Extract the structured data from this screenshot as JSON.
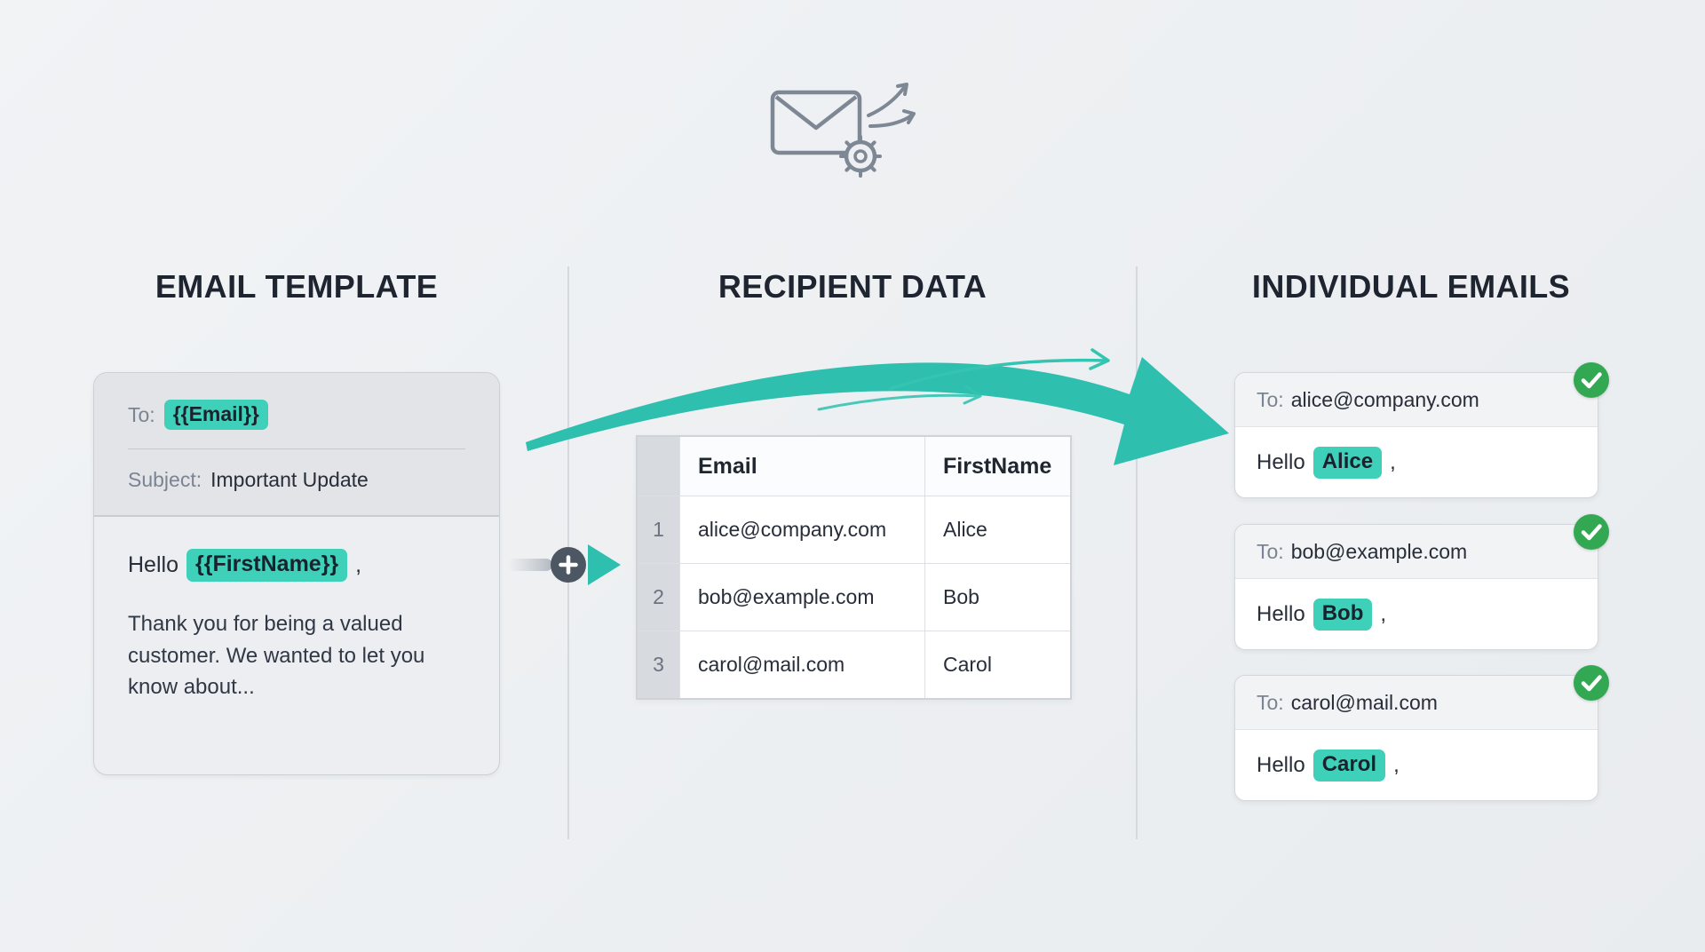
{
  "titles": {
    "template": "EMAIL TEMPLATE",
    "recipients": "RECIPIENT DATA",
    "individual": "INDIVIDUAL EMAILS"
  },
  "template_card": {
    "to_label": "To:",
    "to_token": "{{Email}}",
    "subject_label": "Subject:",
    "subject_value": "Important Update",
    "greeting_prefix": "Hello",
    "greeting_token": "{{FirstName}}",
    "greeting_suffix": ",",
    "body_text": "Thank you for being a valued customer. We wanted to let you know about..."
  },
  "recipient_table": {
    "headers": {
      "email": "Email",
      "first_name": "FirstName"
    },
    "rows": [
      {
        "num": "1",
        "email": "alice@company.com",
        "first_name": "Alice"
      },
      {
        "num": "2",
        "email": "bob@example.com",
        "first_name": "Bob"
      },
      {
        "num": "3",
        "email": "carol@mail.com",
        "first_name": "Carol"
      }
    ]
  },
  "individual_emails": [
    {
      "to_label": "To:",
      "to_address": "alice@company.com",
      "greeting_prefix": "Hello",
      "name": "Alice",
      "greeting_suffix": ","
    },
    {
      "to_label": "To:",
      "to_address": "bob@example.com",
      "greeting_prefix": "Hello",
      "name": "Bob",
      "greeting_suffix": ","
    },
    {
      "to_label": "To:",
      "to_address": "carol@mail.com",
      "greeting_prefix": "Hello",
      "name": "Carol",
      "greeting_suffix": ","
    }
  ],
  "icons": {
    "header": "mail-split-icon",
    "plus": "plus-icon",
    "check": "check-icon"
  },
  "colors": {
    "accent_teal": "#3ed0b8",
    "arrow_teal": "#2ebfae",
    "check_green": "#32a852",
    "plus_circle": "#4d5663",
    "background": "#edeff2"
  }
}
